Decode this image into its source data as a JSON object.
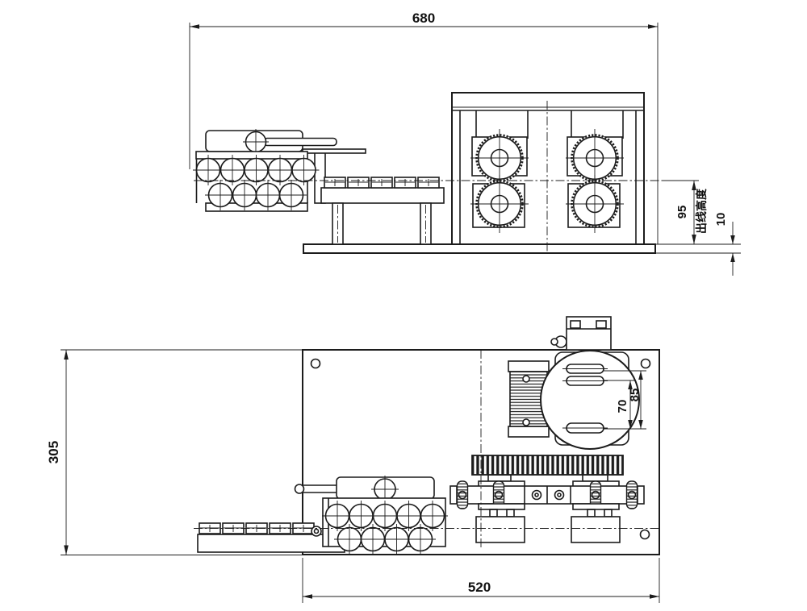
{
  "drawing": {
    "type": "mechanical-engineering-2-view-drawing",
    "colors": {
      "background": "#ffffff",
      "line": "#1c1c1c"
    },
    "views": {
      "front": "front-elevation",
      "plan": "top-plan-view"
    },
    "dimensions": {
      "overall_width": "680",
      "exit_height": "95",
      "exit_height_label": "出线高度",
      "base_thickness": "10",
      "plate_depth": "305",
      "plate_width": "520",
      "motor_slot_inner": "70",
      "motor_slot_outer": "85"
    }
  }
}
